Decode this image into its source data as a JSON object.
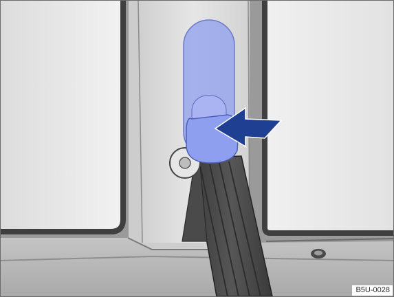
{
  "illustration": {
    "reference_code": "B5U-0028",
    "arrow_color": "#1f3f93",
    "highlight_color": "#8f9fef",
    "subject": [
      "seat-belt-height-adjuster",
      "seat-belt-webbing",
      "b-pillar",
      "window-frames",
      "push-arrow"
    ]
  }
}
